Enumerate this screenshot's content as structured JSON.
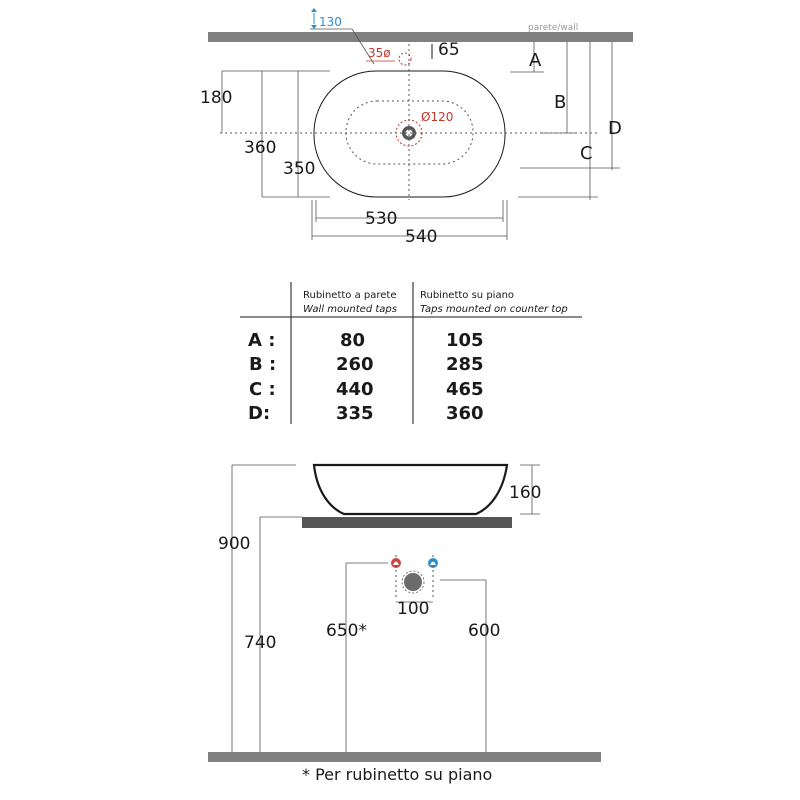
{
  "top_view": {
    "wall_label": "parete/wall",
    "height_130": "130",
    "hole_35": "35ø",
    "dist_65": "65",
    "hole_120": "Ø120",
    "dim_180": "180",
    "dim_360": "360",
    "dim_350": "350",
    "dim_530": "530",
    "dim_540": "540",
    "letter_a": "A",
    "letter_b": "B",
    "letter_c": "C",
    "letter_d": "D"
  },
  "table": {
    "col1_header": "Rubinetto a parete",
    "col1_sub": "Wall mounted taps",
    "col2_header": "Rubinetto su piano",
    "col2_sub": "Taps mounted on counter top",
    "rows": [
      {
        "key": "A :",
        "wall": "80",
        "counter": "105"
      },
      {
        "key": "B :",
        "wall": "260",
        "counter": "285"
      },
      {
        "key": "C :",
        "wall": "440",
        "counter": "465"
      },
      {
        "key": "D:",
        "wall": "335",
        "counter": "360"
      }
    ]
  },
  "side_view": {
    "dim_160": "160",
    "dim_900": "900",
    "dim_740": "740",
    "dim_650": "650*",
    "dim_600": "600",
    "dim_100": "100"
  },
  "footnote": "* Per rubinetto su piano",
  "colors": {
    "wall_band": "#808080",
    "hot": "#d94040",
    "cold": "#2a8fd0",
    "line": "#1a1a1a"
  }
}
